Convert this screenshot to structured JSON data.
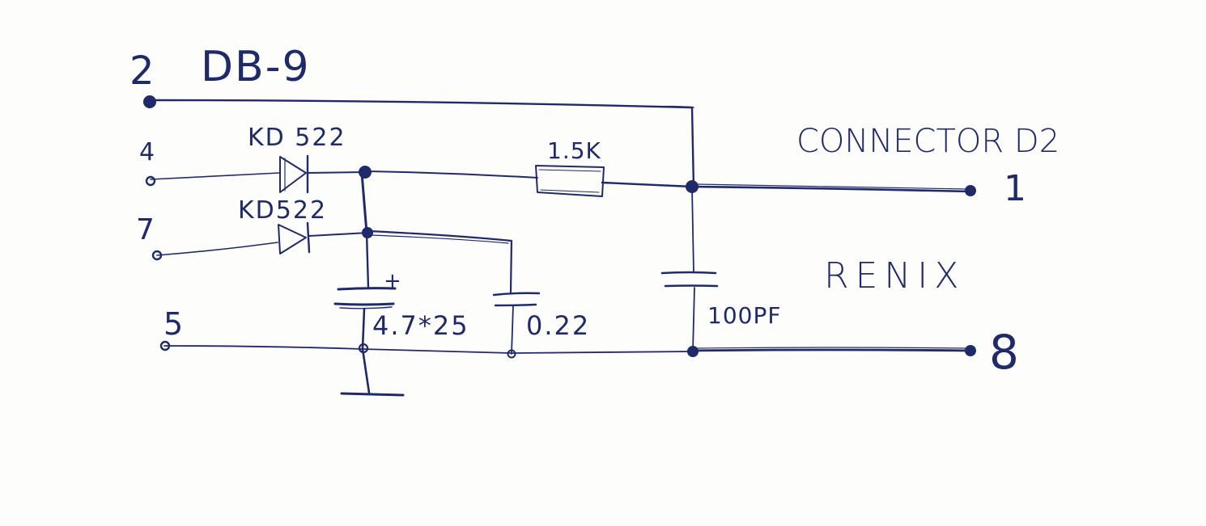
{
  "diagram": {
    "title": "DB-9",
    "subtitle": "CONNECTOR D2",
    "brand": "RENIX",
    "ink_color": "#1f2a6b",
    "paper_color": "#fdfdfc",
    "db9_pins": {
      "pin2": "2",
      "pin4": "4",
      "pin7": "7",
      "pin5": "5"
    },
    "d2_pins": {
      "pin1": "1",
      "pin8": "8"
    },
    "components": {
      "diode1": {
        "label": "KD 522"
      },
      "diode2": {
        "label": "KD522"
      },
      "resistor": {
        "label": "1.5K"
      },
      "cap_electrolytic": {
        "label": "4.7*25",
        "polarity": "+"
      },
      "cap_film": {
        "label": "0.22"
      },
      "cap_small": {
        "label": "100PF"
      }
    }
  }
}
